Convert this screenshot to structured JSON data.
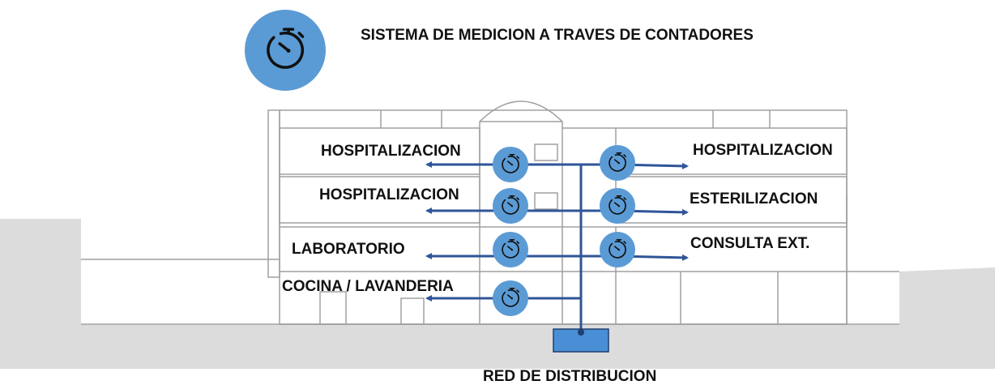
{
  "title": "SISTEMA DE MEDICION A TRAVES DE CONTADORES",
  "network_label": "RED DE DISTRIBUCION",
  "colors": {
    "meter": "#5b9bd5",
    "pipe": "#2f5597",
    "building_line": "#9a9a9a",
    "ground": "#d9d9d9",
    "tank": "#4a8fd6"
  },
  "icons": {
    "header": "stopwatch-icon",
    "meter": "stopwatch-icon"
  },
  "zones": {
    "left": [
      "HOSPITALIZACION",
      "HOSPITALIZACION",
      "LABORATORIO",
      "COCINA / LAVANDERIA"
    ],
    "right": [
      "HOSPITALIZACION",
      "ESTERILIZACION",
      "CONSULTA EXT."
    ]
  }
}
